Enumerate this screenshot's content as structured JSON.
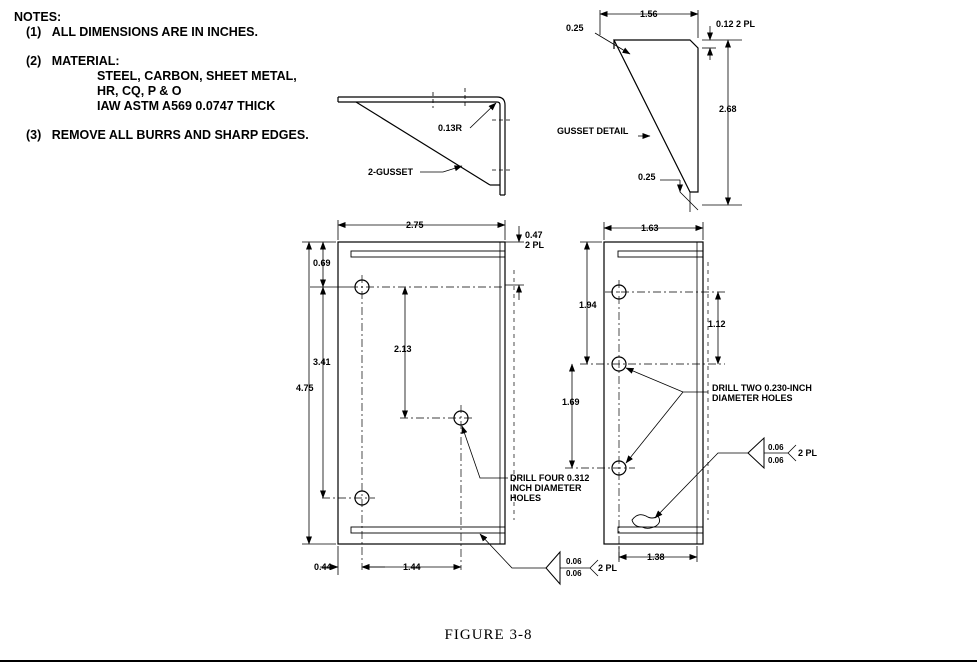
{
  "notes": {
    "heading": "NOTES:",
    "n1_num": "(1)",
    "n1_text": "ALL DIMENSIONS ARE IN INCHES.",
    "n2_num": "(2)",
    "n2_text": "MATERIAL:",
    "n2_l1": "STEEL, CARBON, SHEET METAL,",
    "n2_l2": "HR, CQ, P & O",
    "n2_l3": "IAW ASTM A569 0.0747 THICK",
    "n3_num": "(3)",
    "n3_text": "REMOVE ALL BURRS AND SHARP EDGES."
  },
  "side": {
    "radius": "0.13R",
    "gusset_label": "2-GUSSET"
  },
  "gusset": {
    "width": "1.56",
    "height": "2.68",
    "top_chamfer": "0.25",
    "top_right": "0.12 2 PL",
    "bottom_chamfer": "0.25",
    "label": "GUSSET DETAIL"
  },
  "front": {
    "width": "2.75",
    "slot_offset": "0.47",
    "slot_offset_note": "2 PL",
    "top_hole": "0.69",
    "hole_span_v": "3.41",
    "height": "4.75",
    "hole_offset_v": "2.13",
    "left_hole": "0.44",
    "hole_spacing_h": "1.44",
    "drill_l1": "DRILL FOUR 0.312",
    "drill_l2": "INCH DIAMETER",
    "drill_l3": "HOLES",
    "weld_top": "0.06",
    "weld_bottom": "0.06",
    "weld_note": "2 PL"
  },
  "right": {
    "width": "1.63",
    "to_hole2": "1.94",
    "hole_pitch": "1.12",
    "hole_span": "1.69",
    "bottom_width": "1.38",
    "drill_l1": "DRILL TWO 0.230-INCH",
    "drill_l2": "DIAMETER HOLES",
    "weld_top": "0.06",
    "weld_bottom": "0.06",
    "weld_note": "2 PL"
  },
  "caption": "FIGURE 3-8"
}
